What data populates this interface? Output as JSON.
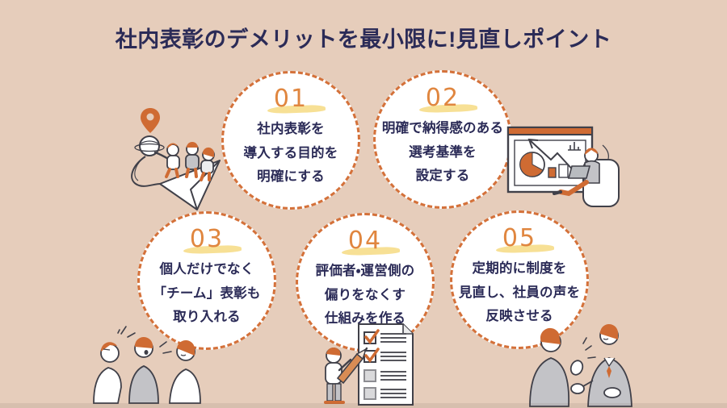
{
  "title": "社内表彰のデメリットを最小限に!見直しポイント",
  "points": [
    {
      "number": "01",
      "line1": "社内表彰を",
      "line2": "導入する目的を",
      "line3": "明確にする"
    },
    {
      "number": "02",
      "line1": "明確で納得感のある",
      "line2": "選考基準を",
      "line3": "設定する"
    },
    {
      "number": "03",
      "line1": "個人だけでなく",
      "line2": "「チーム」表彰も",
      "line3": "取り入れる"
    },
    {
      "number": "04",
      "line1": "評価者・運営側の",
      "line2": "偏りをなくす",
      "line3": "仕組みを作る"
    },
    {
      "number": "05",
      "line1": "定期的に制度を",
      "line2": "見直し、社員の声を",
      "line3": "反映させる"
    }
  ],
  "illustrations": [
    {
      "name": "team-on-paper-plane-illustration"
    },
    {
      "name": "presentation-chart-illustration"
    },
    {
      "name": "group-discussion-illustration"
    },
    {
      "name": "checklist-illustration"
    },
    {
      "name": "two-people-talking-illustration"
    }
  ],
  "colors": {
    "background": "#e6cdbb",
    "circle_fill": "#ffffff",
    "dashed_border": "#d4713a",
    "number": "#e0863f",
    "number_highlight": "#f5d87a",
    "text_navy": "#2b2b57",
    "illustration_orange": "#cf6b33",
    "illustration_gray": "#c3c3c7",
    "outline": "#404049"
  }
}
